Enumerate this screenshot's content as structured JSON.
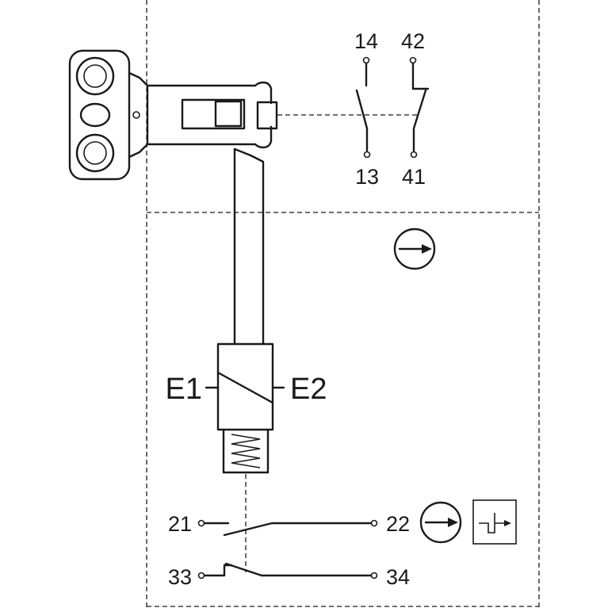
{
  "contacts": {
    "nc_top": {
      "top": "14",
      "bottom": "13"
    },
    "no_top": {
      "top": "42",
      "bottom": "41"
    },
    "switch_1": {
      "left": "21",
      "right": "22"
    },
    "switch_2": {
      "left": "33",
      "right": "34"
    }
  },
  "coil": {
    "left": "E1",
    "right": "E2"
  },
  "icons": {
    "direction_top": "circle-arrow-right-icon",
    "direction_bottom": "circle-arrow-right-icon",
    "detent": "step-pulse-arrow-icon"
  },
  "colors": {
    "line": "#1a1a1a",
    "background": "#ffffff"
  }
}
